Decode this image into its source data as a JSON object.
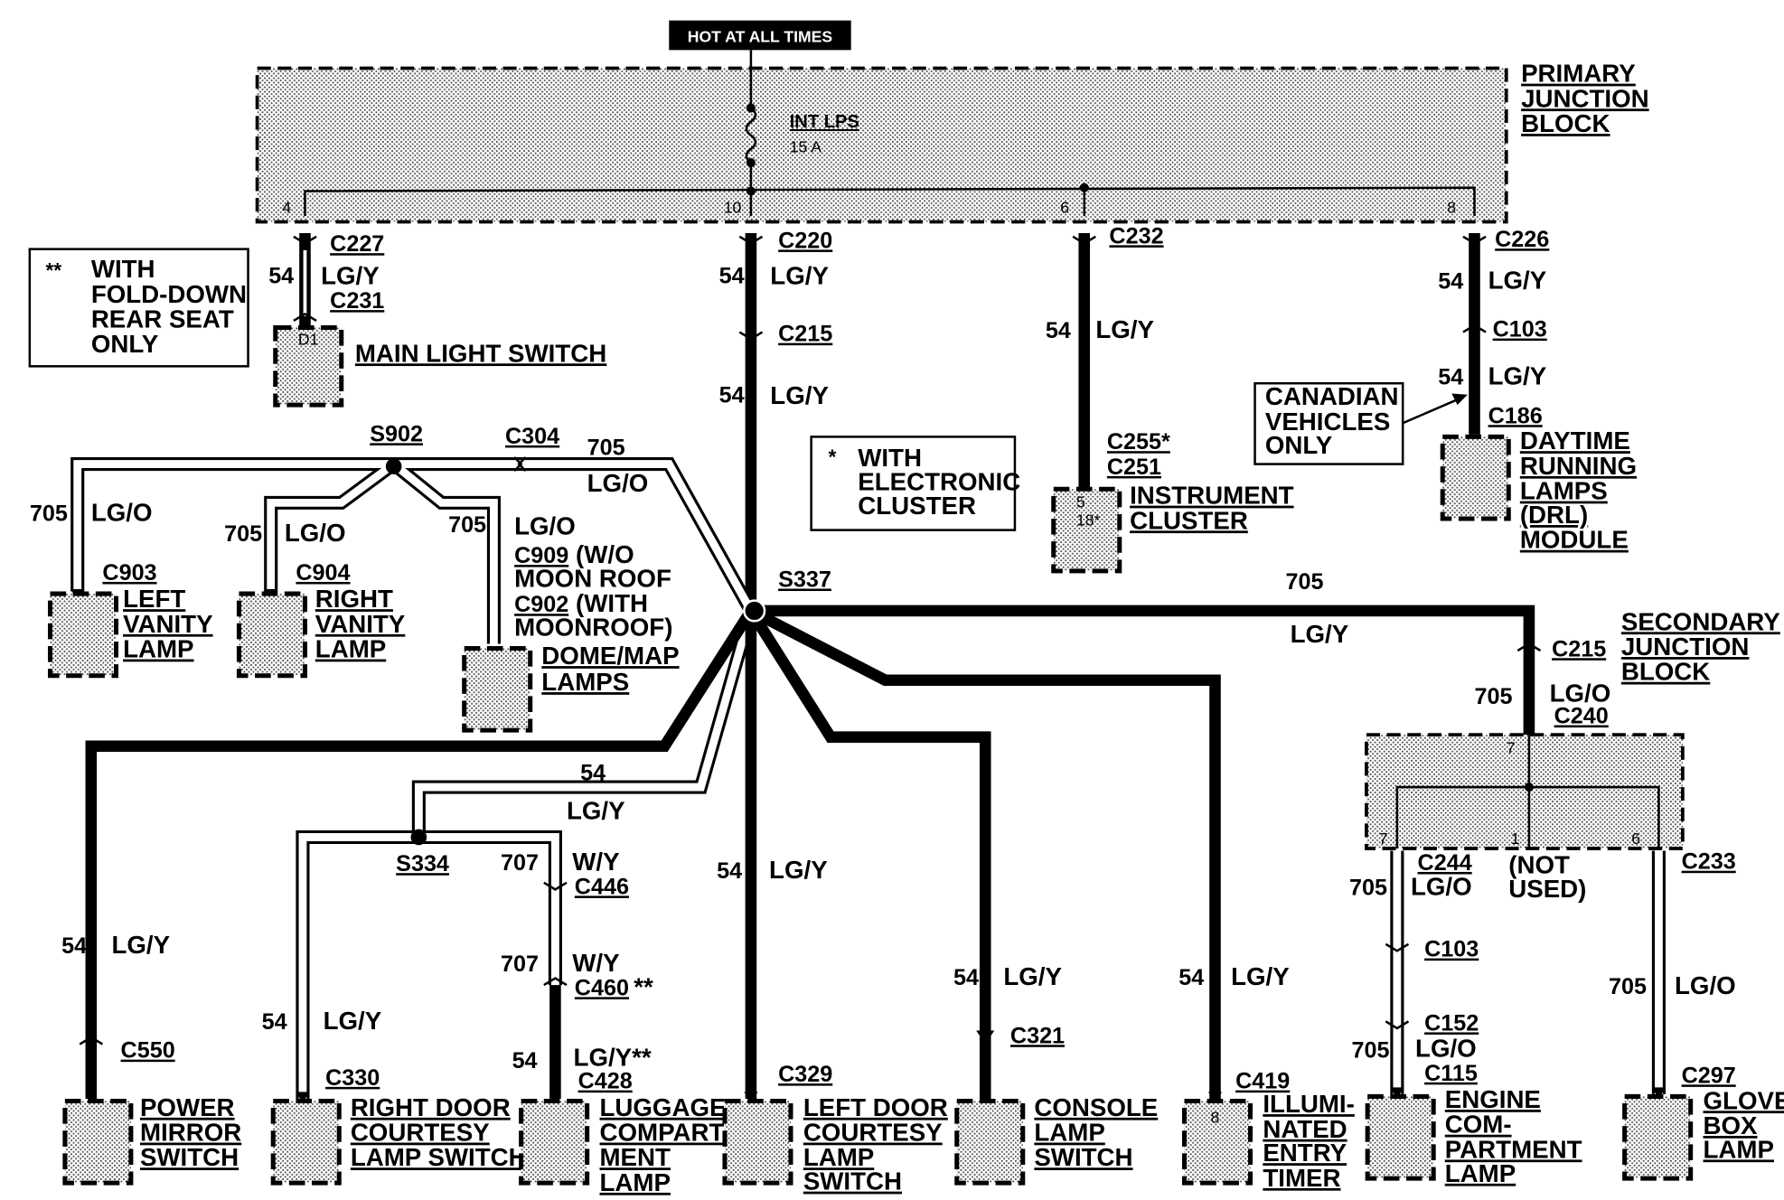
{
  "header": {
    "hot_label": "HOT AT ALL TIMES"
  },
  "primary_block": {
    "title": [
      "PRIMARY",
      "JUNCTION",
      "BLOCK"
    ],
    "fuse_name": "INT LPS",
    "fuse_rating": "15 A",
    "pins": [
      "4",
      "10",
      "6",
      "8"
    ]
  },
  "notes": {
    "fold_down_marker": "**",
    "fold_down_lines": [
      "WITH",
      "FOLD-DOWN",
      "REAR SEAT",
      "ONLY"
    ],
    "cluster_marker": "*",
    "cluster_lines": [
      "WITH",
      "ELECTRONIC",
      "CLUSTER"
    ],
    "canadian_lines": [
      "CANADIAN",
      "VEHICLES",
      "ONLY"
    ]
  },
  "wires": {
    "w54": "54",
    "w705": "705",
    "w707": "707",
    "lgy": "LG/Y",
    "lgo": "LG/O",
    "wy": "W/Y",
    "lgy_star": "LG/Y**"
  },
  "connectors": {
    "c227": "C227",
    "c231": "C231",
    "c220": "C220",
    "c215": "C215",
    "c232": "C232",
    "c255": "C255*",
    "c251": "C251",
    "c226": "C226",
    "c103": "C103",
    "c186": "C186",
    "c304": "C304",
    "c903": "C903",
    "c904": "C904",
    "c909": "C909",
    "c909_note": "(W/O",
    "moon_roof": "MOON ROOF",
    "c902": "C902",
    "c902_note": "(WITH",
    "moonroof": "MOONROOF)",
    "c240": "C240",
    "c244": "C244",
    "c233": "C233",
    "c152": "C152",
    "c115": "C115",
    "c446": "C446",
    "c460": "C460",
    "c460_mark": "**",
    "c428": "C428",
    "c550": "C550",
    "c330": "C330",
    "c329": "C329",
    "c321": "C321",
    "c419": "C419",
    "c297": "C297"
  },
  "splices": {
    "s902": "S902",
    "s337": "S337",
    "s334": "S334"
  },
  "pins": {
    "main_light": "D1",
    "cluster_a": "5",
    "cluster_b": "18*",
    "sjb_7": "7",
    "sjb_1": "1",
    "sjb_6": "6",
    "timer": "8"
  },
  "components": {
    "main_light_switch": "MAIN LIGHT SWITCH",
    "instrument_cluster": [
      "INSTRUMENT",
      "CLUSTER"
    ],
    "drl_module": [
      "DAYTIME",
      "RUNNING",
      "LAMPS",
      "(DRL)",
      "MODULE"
    ],
    "left_vanity": [
      "LEFT",
      "VANITY",
      "LAMP"
    ],
    "right_vanity": [
      "RIGHT",
      "VANITY",
      "LAMP"
    ],
    "dome_map": [
      "DOME/MAP",
      "LAMPS"
    ],
    "secondary_block": [
      "SECONDARY",
      "JUNCTION",
      "BLOCK"
    ],
    "not_used": [
      "(NOT",
      "USED)"
    ],
    "power_mirror": [
      "POWER",
      "MIRROR",
      "SWITCH"
    ],
    "right_door": [
      "RIGHT DOOR",
      "COURTESY",
      "LAMP SWITCH"
    ],
    "luggage": [
      "LUGGAGE",
      "COMPART-",
      "MENT",
      "LAMP"
    ],
    "left_door": [
      "LEFT DOOR",
      "COURTESY",
      "LAMP",
      "SWITCH"
    ],
    "console": [
      "CONSOLE",
      "LAMP",
      "SWITCH"
    ],
    "entry_timer": [
      "ILLUMI-",
      "NATED",
      "ENTRY",
      "TIMER"
    ],
    "engine_lamp": [
      "ENGINE",
      "COM-",
      "PARTMENT",
      "LAMP"
    ],
    "glove_box": [
      "GLOVE",
      "BOX",
      "LAMP"
    ]
  }
}
